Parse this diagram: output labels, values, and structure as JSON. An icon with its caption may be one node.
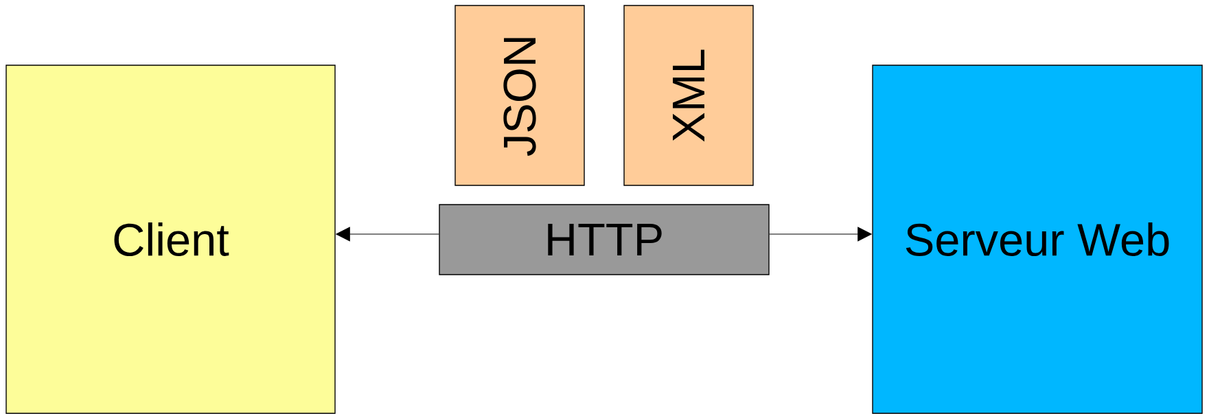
{
  "diagram": {
    "nodes": [
      {
        "text": [
          "Client"
        ]
      },
      {
        "text": [
          "JSON"
        ]
      },
      {
        "text": [
          "XML"
        ]
      },
      {
        "text": [
          "HTTP"
        ]
      },
      {
        "text": [
          "Serveur Web"
        ]
      }
    ],
    "edges": [
      {
        "from": 3,
        "to": 0,
        "arrow": "to"
      },
      {
        "from": 3,
        "to": 4,
        "arrow": "to"
      }
    ]
  }
}
